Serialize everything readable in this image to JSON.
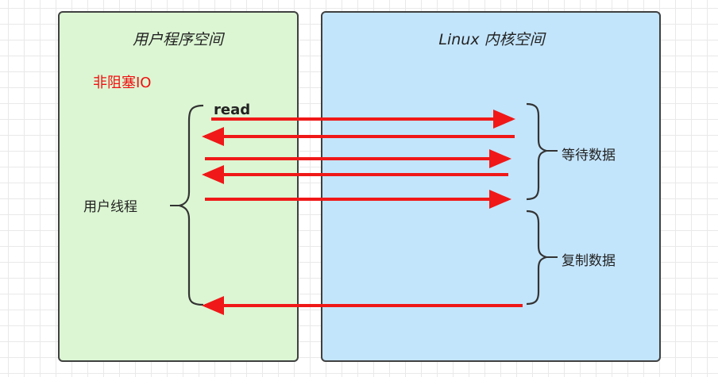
{
  "user_space": {
    "title": "用户程序空间",
    "mode_label": "非阻塞IO",
    "thread_label": "用户线程"
  },
  "kernel_space": {
    "title": "Linux 内核空间",
    "wait_label": "等待数据",
    "copy_label": "复制数据"
  },
  "call_label": "read",
  "colors": {
    "user_fill": "#dcf6d3",
    "kernel_fill": "#c3e5fc",
    "arrow": "#f01818",
    "mode_text": "#f01010"
  },
  "arrows": [
    {
      "from": "user",
      "to": "kernel"
    },
    {
      "from": "kernel",
      "to": "user"
    },
    {
      "from": "user",
      "to": "kernel"
    },
    {
      "from": "kernel",
      "to": "user"
    },
    {
      "from": "user",
      "to": "kernel"
    },
    {
      "from": "kernel",
      "to": "user"
    }
  ]
}
